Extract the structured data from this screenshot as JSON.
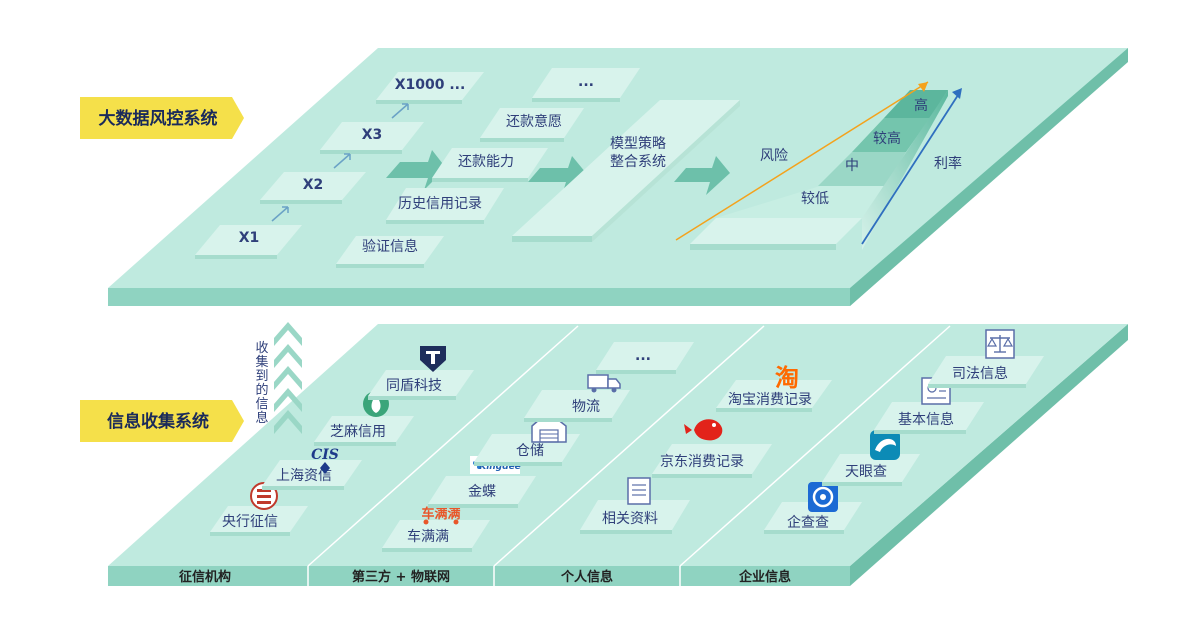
{
  "top_system": {
    "title": "大数据风控系统",
    "levels": [
      "X1",
      "X2",
      "X3",
      "X1000 ..."
    ],
    "factors": [
      "验证信息",
      "历史信用记录",
      "还款能力",
      "还款意愿",
      "..."
    ],
    "model": "模型策略\n整合系统",
    "risk_label": "风险",
    "rate_label": "利率",
    "grades": [
      "较低",
      "中",
      "较高",
      "高"
    ]
  },
  "bottom_system": {
    "title": "信息收集系统",
    "collected_label": "收集到的信息",
    "categories": [
      "征信机构",
      "第三方 + 物联网",
      "个人信息",
      "企业信息"
    ],
    "credit_agencies": [
      "央行征信",
      "上海资信",
      "芝麻信用",
      "同盾科技"
    ],
    "third_party": [
      "车满满",
      "金蝶",
      "仓储",
      "物流",
      "..."
    ],
    "personal": [
      "相关资料",
      "京东消费记录",
      "淘宝消费记录"
    ],
    "enterprise": [
      "企查查",
      "天眼查",
      "基本信息",
      "司法信息"
    ],
    "logo_text": {
      "cis": "CIS",
      "kingdee": "Kingdee",
      "taobao": "淘",
      "chemanman": "车满满"
    }
  },
  "colors": {
    "platform_top": "#bfeadf",
    "platform_side": "#7fcab7",
    "platform_front": "#9bd8c8",
    "tile": "#d8f3ec",
    "tile_side": "#a6dccd",
    "tag": "#f5e04a",
    "text": "#2f3f7a",
    "orange": "#f4a21c",
    "blue": "#2f6fbf"
  }
}
